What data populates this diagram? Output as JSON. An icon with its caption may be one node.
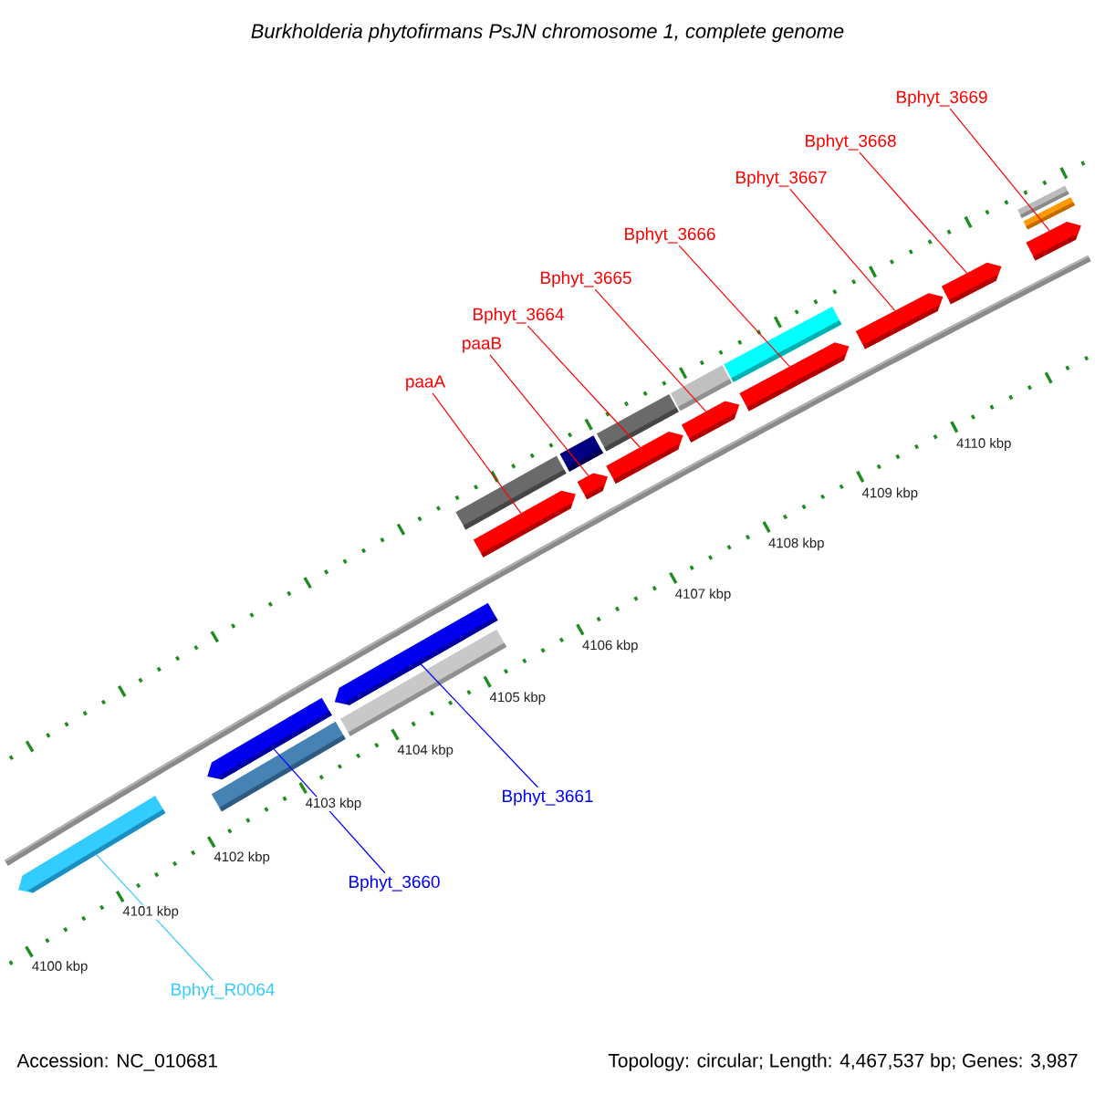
{
  "diagram": {
    "title": "Burkholderia phytofirmans PsJN chromosome 1, complete genome",
    "nodes": [
      {
        "text": [
          "paaA"
        ]
      },
      {
        "text": [
          "paaB"
        ]
      },
      {
        "text": [
          "Bphyt_3664"
        ]
      },
      {
        "text": [
          "Bphyt_3665"
        ]
      },
      {
        "text": [
          "Bphyt_3666"
        ]
      },
      {
        "text": [
          "Bphyt_3667"
        ]
      },
      {
        "text": [
          "Bphyt_3668"
        ]
      },
      {
        "text": [
          "Bphyt_3669"
        ]
      },
      {
        "text": [
          "Bphyt_3661"
        ]
      },
      {
        "text": [
          "Bphyt_3660"
        ]
      },
      {
        "text": [
          "Bphyt_R0064"
        ]
      },
      {
        "text": [],
        "shape": "bar"
      },
      {
        "text": [],
        "shape": "bar"
      },
      {
        "text": [],
        "shape": "bar"
      },
      {
        "text": [],
        "shape": "bar"
      },
      {
        "text": [],
        "shape": "bar"
      },
      {
        "text": [],
        "shape": "bar"
      },
      {
        "text": [],
        "shape": "bar"
      },
      {
        "text": [],
        "shape": "bar"
      },
      {
        "text": [],
        "shape": "bar"
      },
      {
        "text": [],
        "shape": "bar"
      },
      {
        "text": [],
        "shape": "bar"
      },
      {
        "text": [],
        "shape": "bar"
      },
      {
        "text": [],
        "shape": "bar"
      },
      {
        "text": [],
        "shape": "bar"
      },
      {
        "text": [],
        "shape": "bar"
      },
      {
        "text": [],
        "shape": "bar"
      },
      {
        "text": [],
        "shape": "bar"
      },
      {
        "text": [],
        "shape": "bar"
      },
      {
        "text": [],
        "shape": "bar"
      },
      {
        "text": [],
        "shape": "bar"
      }
    ],
    "edges": [
      {
        "from": 0,
        "to": 17,
        "arrow": "none"
      },
      {
        "from": 1,
        "to": 19,
        "arrow": "none"
      },
      {
        "from": 2,
        "to": 21,
        "arrow": "none"
      },
      {
        "from": 3,
        "to": 23,
        "arrow": "none"
      },
      {
        "from": 4,
        "to": 25,
        "arrow": "none"
      },
      {
        "from": 5,
        "to": 26,
        "arrow": "none"
      },
      {
        "from": 6,
        "to": 27,
        "arrow": "none"
      },
      {
        "from": 7,
        "to": 30,
        "arrow": "none"
      },
      {
        "from": 8,
        "to": 15,
        "arrow": "none",
        "color": "#0000ff"
      },
      {
        "from": 9,
        "to": 13,
        "arrow": "none",
        "color": "#0000ff"
      },
      {
        "from": 10,
        "to": 11,
        "arrow": "none",
        "color": "#33ccff"
      }
    ],
    "labels": [
      "4100 kbp",
      "4101 kbp",
      "4102 kbp",
      "4103 kbp",
      "4104 kbp",
      "4105 kbp",
      "4106 kbp",
      "4107 kbp",
      "4108 kbp",
      "4109 kbp",
      "4110 kbp",
      "Accession: NC_010681",
      "Topology: circular; Length: 4,467,537 bp; Genes: 3,987"
    ]
  }
}
